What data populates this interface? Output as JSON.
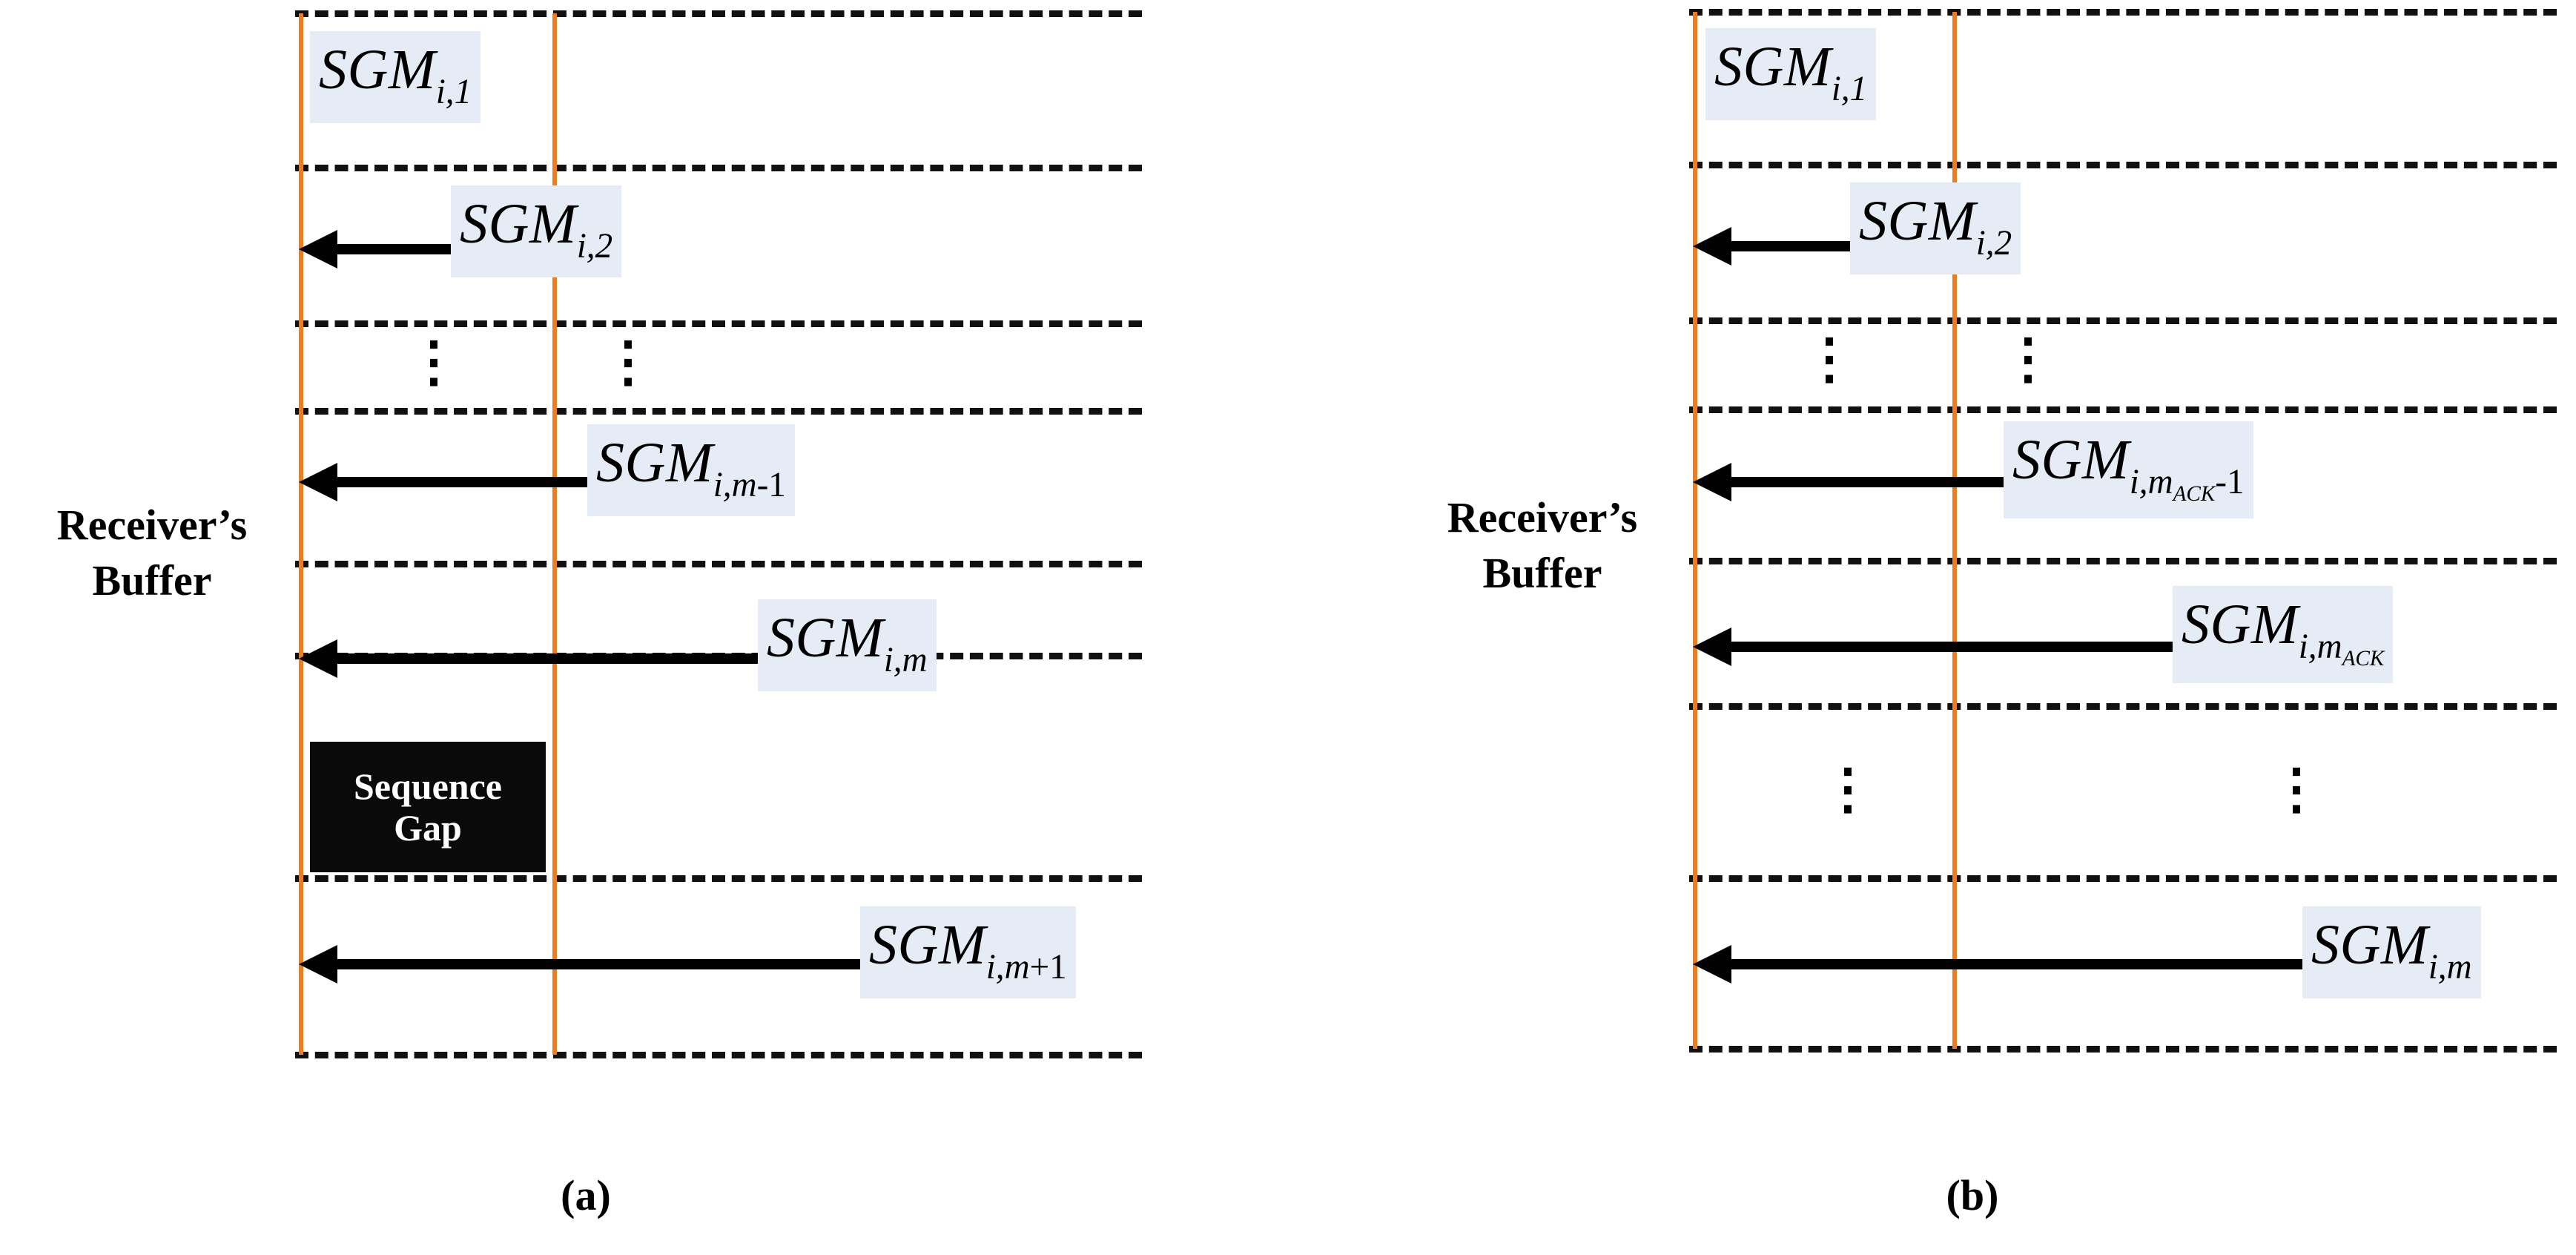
{
  "figure": {
    "title": "Receiver buffer segment arrival diagram",
    "background_color": "#FFFFFF",
    "accent_color": "#ED7D1F",
    "label_fill_color": "#E6ECF6",
    "gap_box_color": "#0A0A0A",
    "line_color": "#111111"
  },
  "panels": [
    {
      "id": "a",
      "caption": "(a)",
      "side_label_line1": "Receiver’s",
      "side_label_line2": "Buffer",
      "ellipsis_glyph": "⋮",
      "segments": [
        {
          "name": "SGM",
          "sub": "i,1",
          "sub_sub": "",
          "suffix": ""
        },
        {
          "name": "SGM",
          "sub": "i,2",
          "sub_sub": "",
          "suffix": ""
        },
        {
          "name": "SGM",
          "sub": "i,m",
          "sub_sub": "",
          "suffix": "-1"
        },
        {
          "name": "SGM",
          "sub": "i,m",
          "sub_sub": "",
          "suffix": ""
        },
        {
          "name": "SGM",
          "sub": "i,m",
          "sub_sub": "",
          "suffix": "+1"
        }
      ],
      "gap_box": {
        "line1": "Sequence",
        "line2": "Gap"
      }
    },
    {
      "id": "b",
      "caption": "(b)",
      "side_label_line1": "Receiver’s",
      "side_label_line2": "Buffer",
      "ellipsis_glyph": "⋮",
      "segments": [
        {
          "name": "SGM",
          "sub": "i,1",
          "sub_sub": "",
          "suffix": ""
        },
        {
          "name": "SGM",
          "sub": "i,2",
          "sub_sub": "",
          "suffix": ""
        },
        {
          "name": "SGM",
          "sub": "i,m",
          "sub_sub": "ACK",
          "suffix": "-1"
        },
        {
          "name": "SGM",
          "sub": "i,m",
          "sub_sub": "ACK",
          "suffix": ""
        },
        {
          "name": "SGM",
          "sub": "i,m",
          "sub_sub": "",
          "suffix": ""
        }
      ]
    }
  ]
}
